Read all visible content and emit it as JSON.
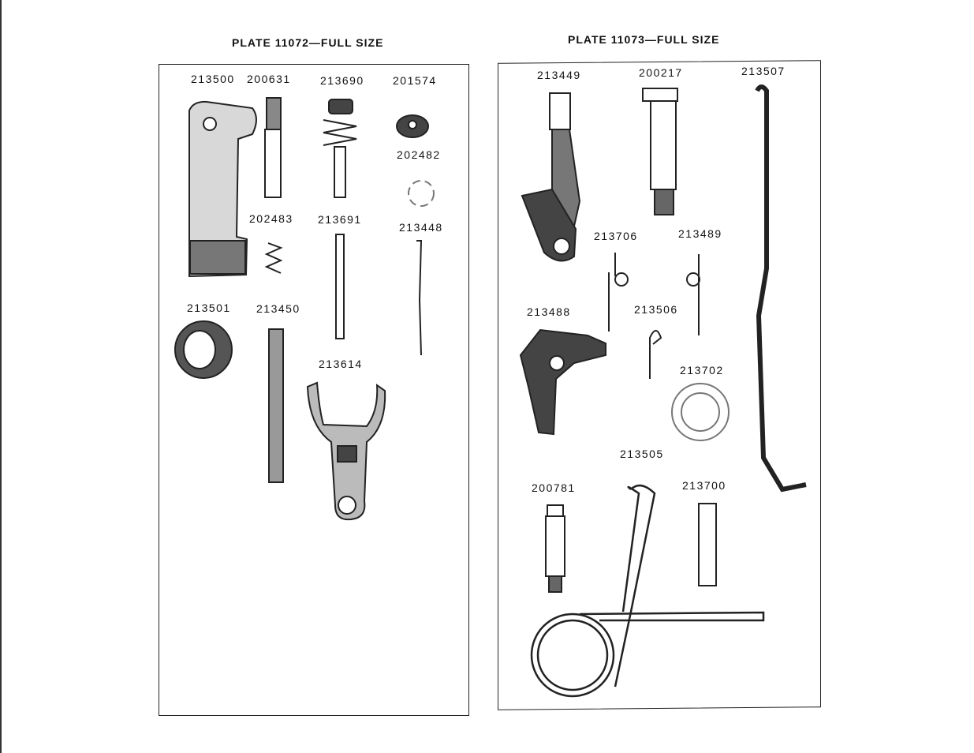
{
  "left_plate": {
    "title": "PLATE 11072—FULL SIZE",
    "parts": {
      "p213500": "213500",
      "p200631": "200631",
      "p213690": "213690",
      "p201574": "201574",
      "p202482": "202482",
      "p202483": "202483",
      "p213691": "213691",
      "p213448": "213448",
      "p213501": "213501",
      "p213450": "213450",
      "p213614": "213614"
    }
  },
  "right_plate": {
    "title": "PLATE 11073—FULL SIZE",
    "parts": {
      "p213449": "213449",
      "p200217": "200217",
      "p213507": "213507",
      "p213706": "213706",
      "p213489": "213489",
      "p213488": "213488",
      "p213506": "213506",
      "p213702": "213702",
      "p213505": "213505",
      "p200781": "200781",
      "p213700": "213700"
    }
  }
}
